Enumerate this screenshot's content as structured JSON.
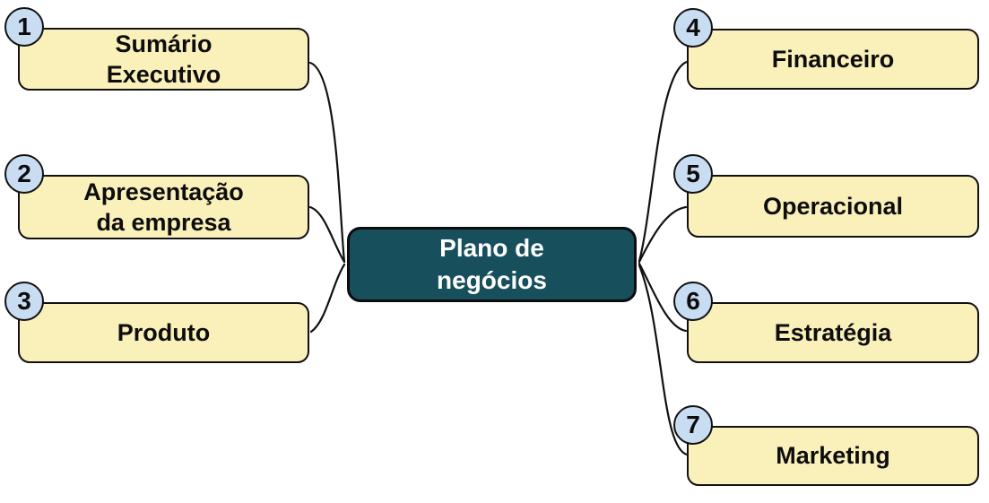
{
  "diagram": {
    "type": "mindmap",
    "center": {
      "label": "Plano de\nnegócios"
    },
    "nodes": [
      {
        "number": "1",
        "label": "Sumário\nExecutivo",
        "side": "left"
      },
      {
        "number": "2",
        "label": "Apresentação\nda empresa",
        "side": "left"
      },
      {
        "number": "3",
        "label": "Produto",
        "side": "left"
      },
      {
        "number": "4",
        "label": "Financeiro",
        "side": "right"
      },
      {
        "number": "5",
        "label": "Operacional",
        "side": "right"
      },
      {
        "number": "6",
        "label": "Estratégia",
        "side": "right"
      },
      {
        "number": "7",
        "label": "Marketing",
        "side": "right"
      }
    ],
    "colors": {
      "branch_fill": "#FAF0BA",
      "branch_border": "#111111",
      "badge_fill": "#C8DCF2",
      "center_fill": "#17505C",
      "center_text": "#FFFFFF",
      "connector": "#111111",
      "background": "#FFFFFF"
    }
  }
}
